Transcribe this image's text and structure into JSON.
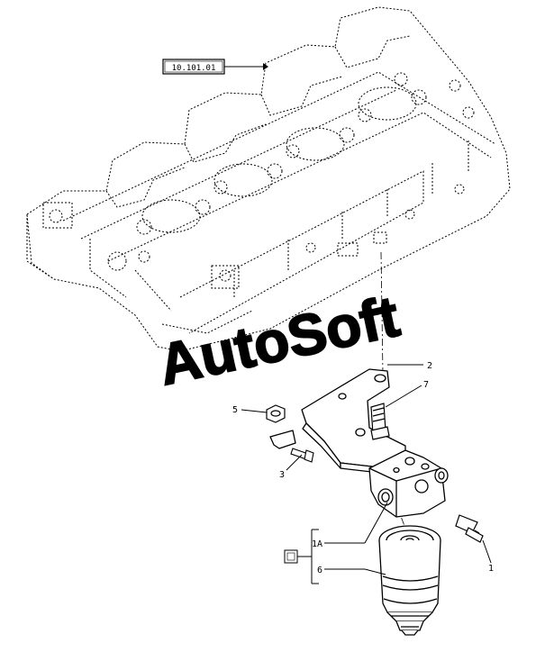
{
  "diagram": {
    "reference_box": "10.101.01",
    "watermark": "AutoSoft",
    "callouts": {
      "c1": "1",
      "c1a": "1A",
      "c2": "2",
      "c3": "3",
      "c5": "5",
      "c6": "6",
      "c7": "7"
    }
  },
  "colors": {
    "line": "#000000",
    "watermark_fill": "#ffffff",
    "watermark_stroke": "#000000",
    "background": "#ffffff"
  }
}
